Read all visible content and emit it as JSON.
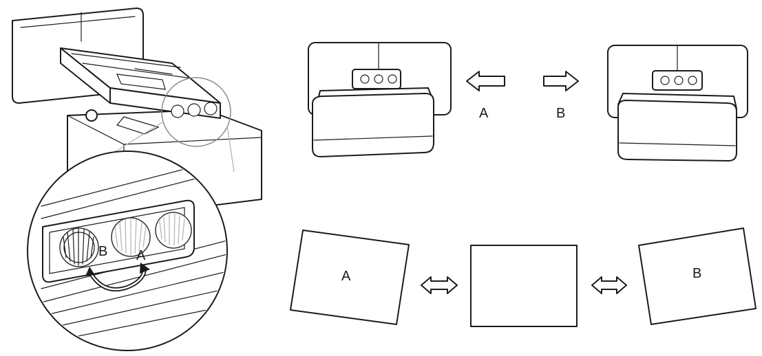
{
  "labels": {
    "knob_b": "B",
    "knob_a": "A",
    "shift_left": "A",
    "shift_right": "B",
    "screen_left": "A",
    "screen_right": "B"
  },
  "colors": {
    "line": "#1a1a1a",
    "background": "#ffffff"
  }
}
